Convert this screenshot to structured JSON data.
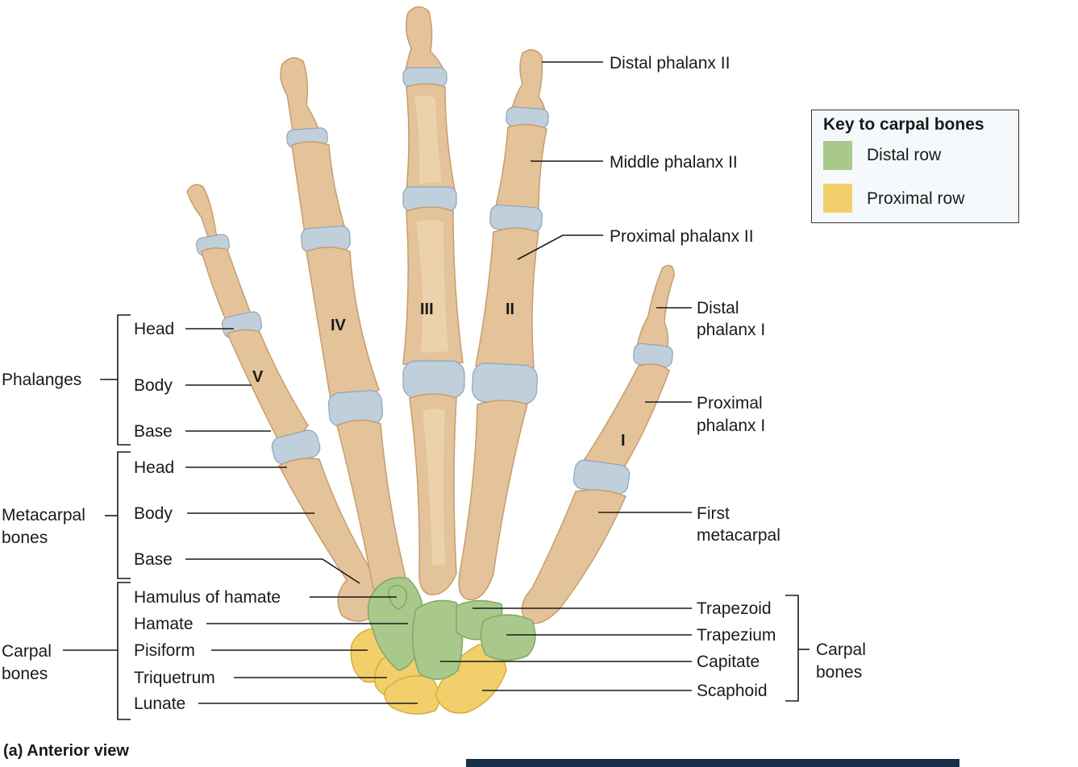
{
  "key": {
    "title": "Key to carpal bones",
    "distal_label": "Distal row",
    "proximal_label": "Proximal row",
    "distal_color": "#a9c98c",
    "proximal_color": "#f2cf6a"
  },
  "caption": "(a) Anterior view",
  "digits": {
    "d1": "I",
    "d2": "II",
    "d3": "III",
    "d4": "IV",
    "d5": "V"
  },
  "left_groups": {
    "phalanges": "Phalanges",
    "metacarpal_1": "Metacarpal",
    "metacarpal_2": "bones",
    "carpal_1": "Carpal",
    "carpal_2": "bones"
  },
  "left_labels": {
    "head1": "Head",
    "body1": "Body",
    "base1": "Base",
    "head2": "Head",
    "body2": "Body",
    "base2": "Base",
    "hamulus": "Hamulus of hamate",
    "hamate": "Hamate",
    "pisiform": "Pisiform",
    "triquetrum": "Triquetrum",
    "lunate": "Lunate"
  },
  "right_labels": {
    "distal_phalanx_2": "Distal phalanx II",
    "middle_phalanx_2": "Middle phalanx II",
    "proximal_phalanx_2": "Proximal phalanx II",
    "distal_phalanx_1a": "Distal",
    "distal_phalanx_1b": "phalanx I",
    "proximal_phalanx_1a": "Proximal",
    "proximal_phalanx_1b": "phalanx I",
    "first_metacarpal_a": "First",
    "first_metacarpal_b": "metacarpal",
    "trapezoid": "Trapezoid",
    "trapezium": "Trapezium",
    "capitate": "Capitate",
    "scaphoid": "Scaphoid",
    "carpal_1": "Carpal",
    "carpal_2": "bones"
  }
}
